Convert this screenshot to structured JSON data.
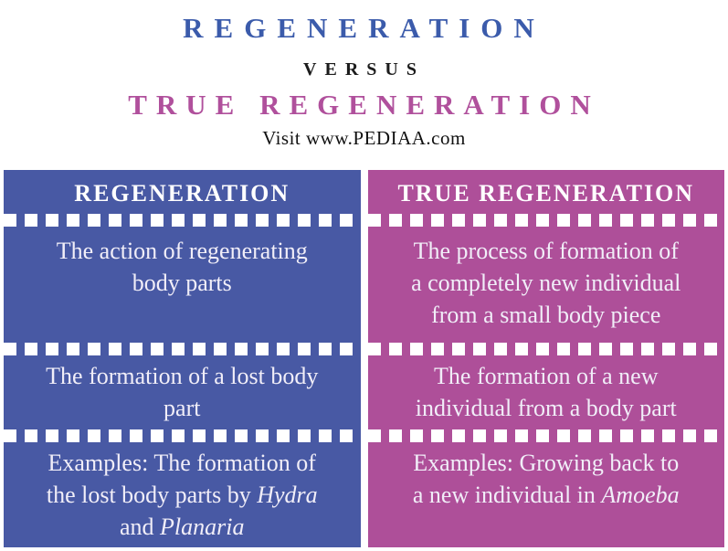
{
  "title": {
    "line1": "REGENERATION",
    "line2": "VERSUS",
    "line3": "TRUE REGENERATION",
    "visit": "Visit www.PEDIAA.com"
  },
  "colors": {
    "title_blue": "#3b5bab",
    "title_black": "#1c1c1c",
    "title_magenta": "#b0509c",
    "col_blue_bg": "#4859a4",
    "col_pink_bg": "#ae4f99",
    "cell_text": "#f1eef8"
  },
  "comparison": {
    "left": {
      "header": "REGENERATION",
      "row1_line1": "The action of regenerating",
      "row1_line2": "body parts",
      "row2_line1": "The formation of a lost body",
      "row2_line2": "part",
      "row3_line1": "Examples: The formation of",
      "row3_line2_text": "the lost body parts by ",
      "row3_line2_italic": "Hydra",
      "row3_line3_text": "and ",
      "row3_line3_italic": "Planaria"
    },
    "right": {
      "header": "TRUE REGENERATION",
      "row1_line1": "The process of formation of",
      "row1_line2": "a completely new individual",
      "row1_line3": "from a small body piece",
      "row2_line1": "The formation of a new",
      "row2_line2": "individual from a body part",
      "row3_line1": "Examples: Growing back to",
      "row3_line2_text": "a new individual in ",
      "row3_line2_italic": "Amoeba"
    }
  }
}
